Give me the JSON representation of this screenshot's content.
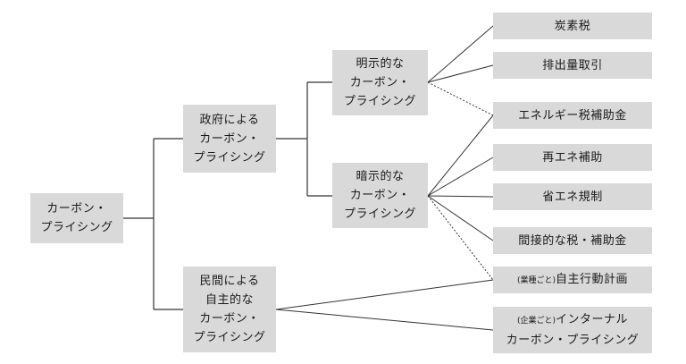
{
  "root": {
    "lines": [
      "カーボン・",
      "プライシング"
    ]
  },
  "government": {
    "lines": [
      "政府による",
      "カーボン・",
      "プライシング"
    ]
  },
  "private": {
    "lines": [
      "民間による",
      "自主的な",
      "カーボン・",
      "プライシング"
    ]
  },
  "explicit": {
    "lines": [
      "明示的な",
      "カーボン・",
      "プライシング"
    ]
  },
  "implicit": {
    "lines": [
      "暗示的な",
      "カーボン・",
      "プライシング"
    ]
  },
  "leaves": {
    "carbon_tax": "炭素税",
    "ets": "排出量取引",
    "energy_tax": "エネルギー税補助金",
    "renewable": "再エネ補助",
    "efficiency": "省エネ規制",
    "indirect": "間接的な税・補助金",
    "voluntary_prefix": "(業種ごと)",
    "voluntary_main": "自主行動計画",
    "internal_prefix": "(企業ごと)",
    "internal_line1": "インターナル",
    "internal_line2": "カーボン・プライシング"
  },
  "colors": {
    "box": "#d9d9d9",
    "line": "#333333"
  }
}
